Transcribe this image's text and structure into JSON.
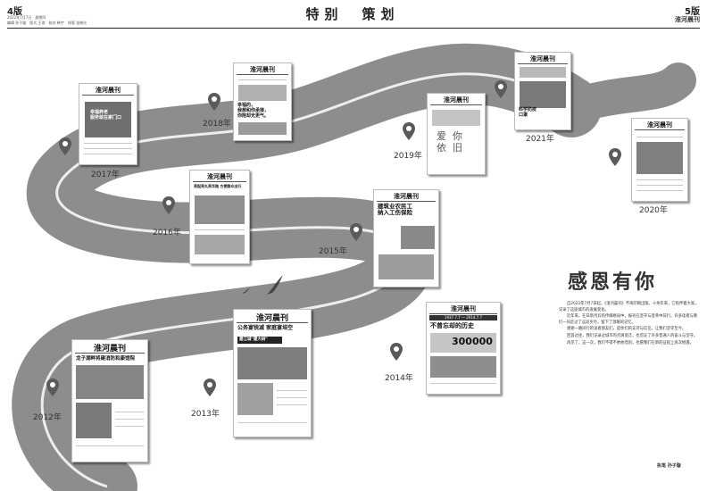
{
  "header": {
    "page_left": "4版",
    "page_right": "5版",
    "title": "特别　策划",
    "meta_line1": "2022年7月7日　星期四",
    "meta_line2": "编辑 孙子璇　版式 王琪　校对 韩宇　排版 张晓光",
    "masthead_right": "淮河晨刊"
  },
  "masthead": "淮河晨刊",
  "years": [
    "2017年",
    "2018年",
    "2019年",
    "2021年",
    "2020年",
    "2016年",
    "2015年",
    "2014年",
    "2013年",
    "2012年"
  ],
  "papers": [
    {
      "headline": "幸福养老\n服务就在家门口"
    },
    {
      "headline": "幸福的，\n我想和你承接，\n你陪却无更气。"
    },
    {
      "headline": "爱  你\n依  旧"
    },
    {
      "headline": "科学防疫\n口罩"
    },
    {
      "headline": ""
    },
    {
      "headline": "亮起亮丸亮华路 方便群众出行"
    },
    {
      "headline": "建筑业农民工\n纳入工伤保险"
    },
    {
      "headline": "不曾忘却的历史",
      "number": "300000",
      "dates": "1937.7.7 — 2014.7.7"
    },
    {
      "headline": "公务宴锐减 家庭宴培空",
      "sub": "建江城\"建大树\""
    },
    {
      "headline": "龙子湖畔将建消防和康馆院"
    }
  ],
  "essay": {
    "title": "感恩有你",
    "paragraphs": [
      "自2022年7月7日起，《淮河晨刊》不再印刷出版。十余年来，它陪伴着大家，记录了这座城市的发展变化。",
      "近年来，在日新月异的传媒格局中，报刊在坚守与变革中前行。许多读者与我们一同走过了这段岁月，留下了温暖的记忆。",
      "感谢一路同行的读者朋友们，是你们的支持与信任，让我们坚守至今。",
      "回首过往，我们记录过城市的点滴变迁，也见证了许多普通人的奋斗与坚守。",
      "再见了，这一次，我们不得不依依惜别，也愿我们在新的征程上再次相遇。"
    ],
    "signature": "执笔 孙子璇"
  },
  "colors": {
    "road": "#8d8d8d",
    "road_edge": "#ffffff",
    "pin": "#5a5a5a"
  }
}
